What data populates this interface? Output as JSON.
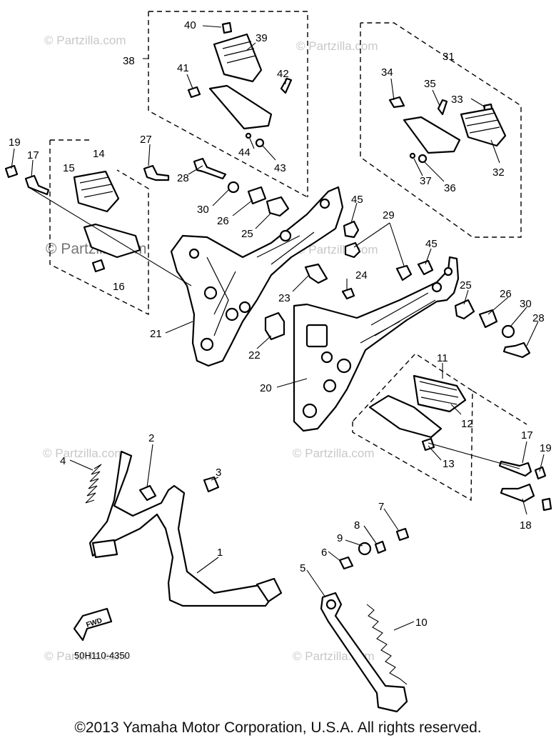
{
  "diagram": {
    "drawing_code": "50H110-4350",
    "fwd_label": "FWD",
    "callouts": [
      "40",
      "39",
      "38",
      "41",
      "42",
      "44",
      "43",
      "31",
      "34",
      "35",
      "33",
      "32",
      "37",
      "36",
      "19",
      "17",
      "14",
      "15",
      "16",
      "27",
      "28",
      "30",
      "26",
      "25",
      "45",
      "29",
      "24",
      "23",
      "21",
      "22",
      "20",
      "11",
      "12",
      "13",
      "17",
      "19",
      "18",
      "2",
      "3",
      "4",
      "1",
      "7",
      "8",
      "9",
      "6",
      "5",
      "10",
      "45",
      "25",
      "26",
      "30",
      "28"
    ]
  },
  "watermark": {
    "text": "© Partzilla.com",
    "large_text": "© Partzilla.com"
  },
  "footer": {
    "copyright": "©2013  Yamaha Motor Corporation, U.S.A. All rights reserved."
  }
}
